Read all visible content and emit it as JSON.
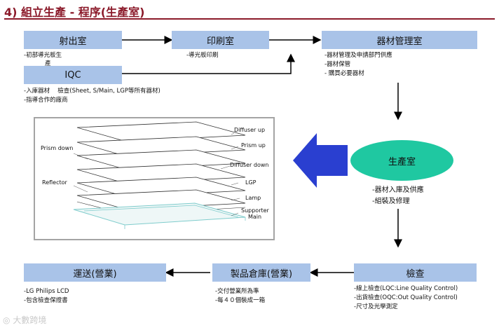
{
  "title": "4) 組立生產 - 程序(生產室)",
  "boxes": {
    "injection": "射出室",
    "printing": "印刷室",
    "materials": "器材管理室",
    "iqc": "IQC",
    "production": "生產室",
    "inspection": "檢查",
    "warehouse": "製品倉庫(營業)",
    "shipping": "運送(營業)"
  },
  "notes": {
    "injection": [
      "-初部導光板生",
      "產"
    ],
    "printing": [
      "-導光板印刷"
    ],
    "materials": [
      "-器材管理及申請部門供應",
      "-器材保管",
      "- 購買必要器材"
    ],
    "iqc": [
      "-入庫器材　 檢查(Sheet, S/Main, LGP等所有器材)",
      "-指導合作的廠商"
    ],
    "production": [
      "-器材入庫及供應",
      "-組裝及修理"
    ],
    "inspection": [
      "-線上檢查(LQC:Line Quality Control)",
      "-出貨檢查(OQC:Out Quality Control)",
      "-尺寸及光學測定"
    ],
    "warehouse": [
      "-交付營業所為準",
      "-每４０個裝成一箱"
    ],
    "shipping": [
      "-LG Philips LCD",
      "-包含檢查保證書"
    ]
  },
  "layers": {
    "diffuser_up": "Diffuser up",
    "prism_up": "Prism up",
    "diffuser_down": "Diffuser down",
    "lgp": "LGP",
    "lamp": "Lamp",
    "supporter_main": "Supporter",
    "main": "Main",
    "prism_down": "Prism down",
    "reflector": "Reflector"
  },
  "watermark": "大數跨境",
  "colors": {
    "box": "#a9c3e8",
    "ellipse": "#1fc8a1",
    "arrow": "#2a3fd0",
    "title": "#8b1a2a"
  }
}
